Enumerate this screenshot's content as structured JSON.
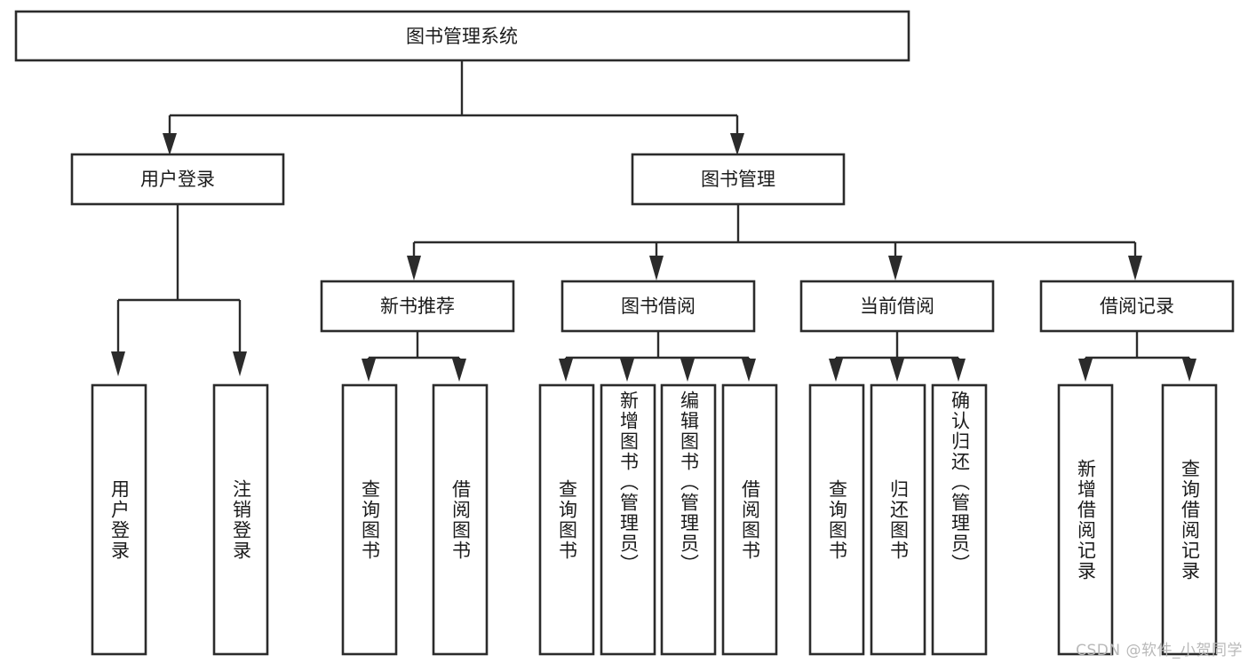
{
  "diagram": {
    "type": "tree-hierarchy",
    "title": "图书管理系统",
    "watermark": "CSDN @软件_小贺同学",
    "colors": {
      "box_stroke": "#2b2b2b",
      "box_fill": "#ffffff",
      "text": "#1b1b1b",
      "connector": "#2b2b2b",
      "watermark": "#b9b9b9",
      "background": "#ffffff"
    },
    "root": {
      "id": "root",
      "label": "图书管理系统"
    },
    "level2": [
      {
        "id": "user-login",
        "label": "用户登录"
      },
      {
        "id": "book-management",
        "label": "图书管理"
      }
    ],
    "level3": [
      {
        "id": "new-book-recommend",
        "label": "新书推荐",
        "parent": "book-management"
      },
      {
        "id": "book-borrow",
        "label": "图书借阅",
        "parent": "book-management"
      },
      {
        "id": "current-borrow",
        "label": "当前借阅",
        "parent": "book-management"
      },
      {
        "id": "borrow-record",
        "label": "借阅记录",
        "parent": "book-management"
      }
    ],
    "leaves": [
      {
        "id": "leaf-user-login",
        "label": "用户登录",
        "parent": "user-login"
      },
      {
        "id": "leaf-logout",
        "label": "注销登录",
        "parent": "user-login"
      },
      {
        "id": "leaf-query-book-1",
        "label": "查询图书",
        "parent": "new-book-recommend"
      },
      {
        "id": "leaf-borrow-book-1",
        "label": "借阅图书",
        "parent": "new-book-recommend"
      },
      {
        "id": "leaf-query-book-2",
        "label": "查询图书",
        "parent": "book-borrow"
      },
      {
        "id": "leaf-add-book",
        "label": "新增图书（管理员）",
        "parent": "book-borrow"
      },
      {
        "id": "leaf-edit-book",
        "label": "编辑图书（管理员）",
        "parent": "book-borrow"
      },
      {
        "id": "leaf-borrow-book-2",
        "label": "借阅图书",
        "parent": "book-borrow"
      },
      {
        "id": "leaf-query-book-3",
        "label": "查询图书",
        "parent": "current-borrow"
      },
      {
        "id": "leaf-return-book",
        "label": "归还图书",
        "parent": "current-borrow"
      },
      {
        "id": "leaf-confirm-return",
        "label": "确认归还（管理员）",
        "parent": "current-borrow"
      },
      {
        "id": "leaf-add-record",
        "label": "新增借阅记录",
        "parent": "borrow-record"
      },
      {
        "id": "leaf-query-record",
        "label": "查询借阅记录",
        "parent": "borrow-record"
      }
    ]
  }
}
